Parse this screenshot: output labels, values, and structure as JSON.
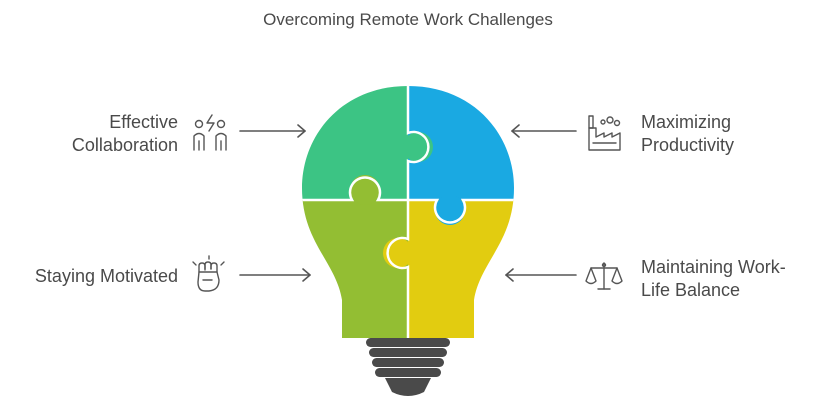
{
  "title": "Overcoming Remote Work Challenges",
  "items": [
    {
      "line1": "Effective",
      "line2": "Collaboration",
      "icon": "team-collaboration-icon"
    },
    {
      "line1": "Maximizing",
      "line2": "Productivity",
      "icon": "factory-icon"
    },
    {
      "line1": "Staying Motivated",
      "icon": "raised-fist-icon"
    },
    {
      "line1": "Maintaining Work-",
      "line2": "Life Balance",
      "icon": "balance-scale-icon"
    }
  ],
  "colors": {
    "top_left": "#3cc484",
    "top_right": "#1aa9e2",
    "bottom_left": "#93be33",
    "bottom_right": "#e2cc10",
    "base": "#4a4a4a",
    "text": "#4a4a4a"
  }
}
